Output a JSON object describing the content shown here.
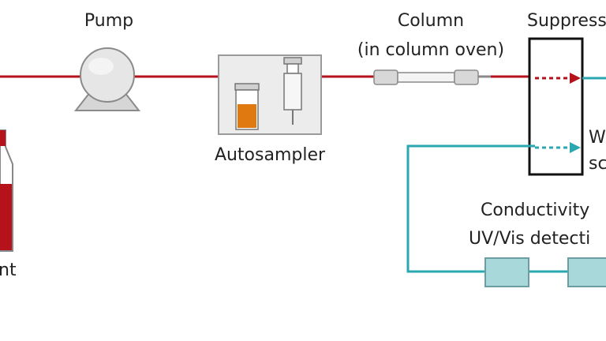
{
  "labels": {
    "pump": "Pump",
    "column_line1": "Column",
    "column_line2": "(in column oven)",
    "suppressor": "Suppress",
    "autosampler": "Autosampler",
    "w_partial": "W",
    "sc_partial": "sc",
    "conductivity": "Conductivity",
    "uvvis": "UV/Vis detecti",
    "eluent_partial": "nt"
  },
  "colors": {
    "eluent_line": "#b5121b",
    "return_line": "#2aa7b1",
    "detector_fill": "#a9d8db",
    "vial_fill": "#e07a10",
    "bottle_fill": "#b5121b"
  }
}
